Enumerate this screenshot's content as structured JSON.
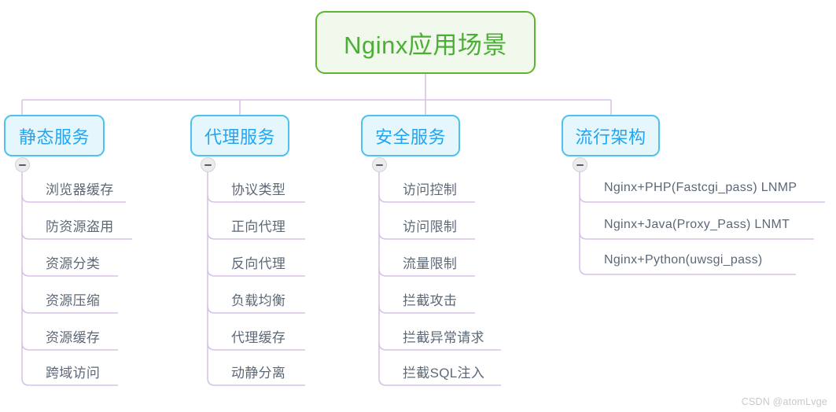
{
  "diagram": {
    "type": "mindmap",
    "root": {
      "label": "Nginx应用场景",
      "color": "#4caf35",
      "fill": "#f1f9ec",
      "border": "#5cb531"
    },
    "link_color": "#d6c4e6",
    "branch_color": "#22a5f1",
    "branch_fill": "#e6f6fd",
    "branch_border": "#4ec2ef",
    "leaf_color": "#5d6877",
    "branches": [
      {
        "label": "静态服务",
        "toggle": "collapse-minus-icon",
        "children": [
          "浏览器缓存",
          "防资源盗用",
          "资源分类",
          "资源压缩",
          "资源缓存",
          "跨域访问"
        ]
      },
      {
        "label": "代理服务",
        "toggle": "collapse-minus-icon",
        "children": [
          "协议类型",
          "正向代理",
          "反向代理",
          "负载均衡",
          "代理缓存",
          "动静分离"
        ]
      },
      {
        "label": "安全服务",
        "toggle": "collapse-minus-icon",
        "children": [
          "访问控制",
          "访问限制",
          "流量限制",
          "拦截攻击",
          "拦截异常请求",
          "拦截SQL注入"
        ]
      },
      {
        "label": "流行架构",
        "toggle": "collapse-minus-icon",
        "children": [
          "Nginx+PHP(Fastcgi_pass) LNMP",
          "Nginx+Java(Proxy_Pass) LNMT",
          "Nginx+Python(uwsgi_pass)"
        ]
      }
    ]
  },
  "watermark": {
    "text": "CSDN @atomLvge"
  }
}
